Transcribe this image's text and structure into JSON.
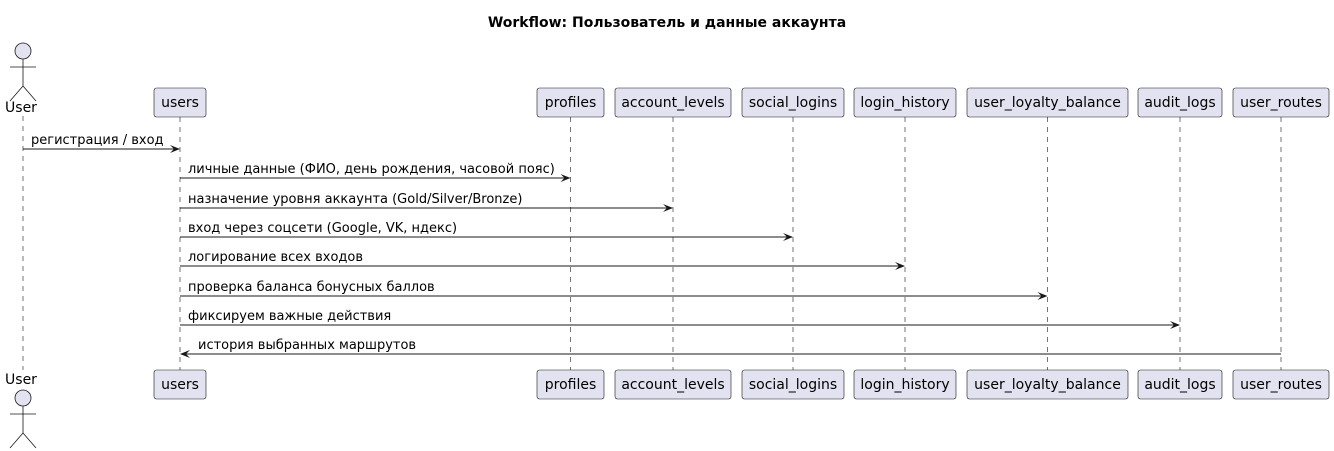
{
  "title": "Workflow: Пользователь и данные аккаунта",
  "actor": {
    "id": "user",
    "label": "User"
  },
  "participants": [
    {
      "id": "users",
      "label": "users"
    },
    {
      "id": "profiles",
      "label": "profiles"
    },
    {
      "id": "account_levels",
      "label": "account_levels"
    },
    {
      "id": "social_logins",
      "label": "social_logins"
    },
    {
      "id": "login_history",
      "label": "login_history"
    },
    {
      "id": "user_loyalty_balance",
      "label": "user_loyalty_balance"
    },
    {
      "id": "audit_logs",
      "label": "audit_logs"
    },
    {
      "id": "user_routes",
      "label": "user_routes"
    }
  ],
  "messages": [
    {
      "from": "user",
      "to": "users",
      "label": "регистрация / вход"
    },
    {
      "from": "users",
      "to": "profiles",
      "label": "личные данные (ФИО, день рождения, часовой пояс)"
    },
    {
      "from": "users",
      "to": "account_levels",
      "label": "назначение уровня аккаунта (Gold/Silver/Bronze)"
    },
    {
      "from": "users",
      "to": "social_logins",
      "label": "вход через соцсети (Google, VK, ндекс)"
    },
    {
      "from": "users",
      "to": "login_history",
      "label": "логирование всех входов"
    },
    {
      "from": "users",
      "to": "user_loyalty_balance",
      "label": "проверка баланса бонусных баллов"
    },
    {
      "from": "users",
      "to": "audit_logs",
      "label": "фиксируем важные действия"
    },
    {
      "from": "user_routes",
      "to": "users",
      "label": "история выбранных маршрутов"
    }
  ],
  "colors": {
    "participant_fill": "#E2E2F0",
    "stroke": "#181818",
    "background": "#FFFFFF"
  }
}
